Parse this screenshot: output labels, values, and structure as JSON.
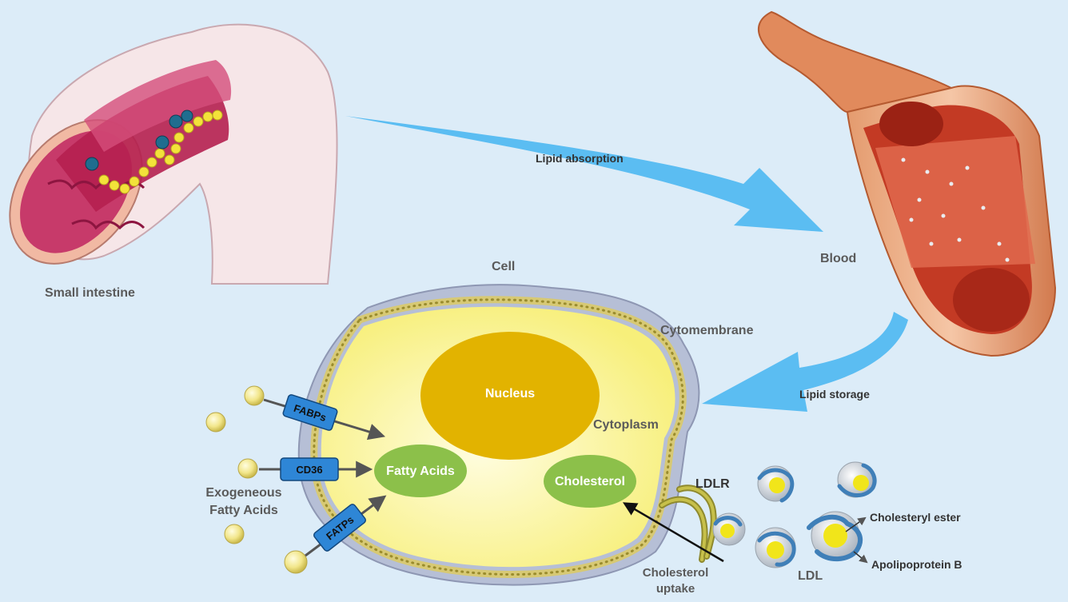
{
  "labels": {
    "small_intestine": "Small intestine",
    "lipid_absorption": "Lipid absorption",
    "blood": "Blood",
    "cell": "Cell",
    "cytomembrane": "Cytomembrane",
    "lipid_storage": "Lipid storage",
    "nucleus": "Nucleus",
    "cytoplasm": "Cytoplasm",
    "fatty_acids": "Fatty Acids",
    "cholesterol": "Cholesterol",
    "ldlr": "LDLR",
    "ldl": "LDL",
    "cholesteryl_ester": "Cholesteryl ester",
    "apolipoprotein_b": "Apolipoprotein B",
    "cholesterol_uptake_1": "Cholesterol",
    "cholesterol_uptake_2": "uptake",
    "exogenous_1": "Exogeneous",
    "exogenous_2": "Fatty Acids"
  },
  "transporters": {
    "fabps": "FABPs",
    "cd36": "CD36",
    "fatps": "FATPs"
  },
  "colors": {
    "background": "#dcecf8",
    "arrow_blue": "#5bbdf2",
    "cytoplasm": "#fdf7a8",
    "nucleus": "#e2b300",
    "organelle_green": "#8cc04a",
    "transporter_blue": "#2e86d6",
    "membrane_gray": "#b6bfd6"
  }
}
